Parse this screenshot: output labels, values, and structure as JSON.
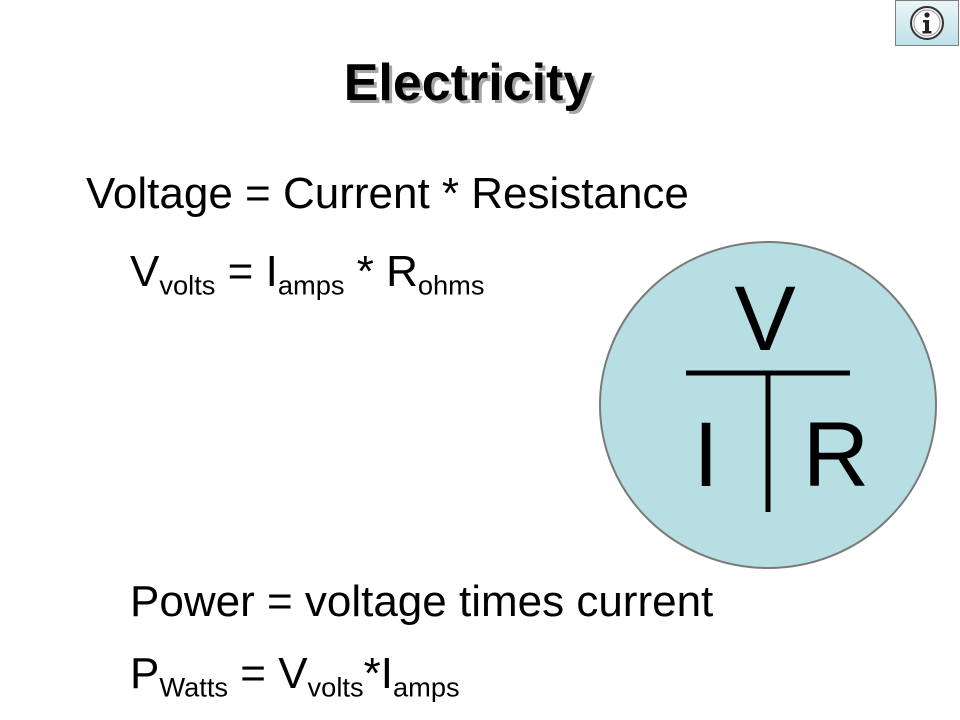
{
  "colors": {
    "circle_fill": "#b7dfe3",
    "circle_stroke": "#7a7a7a",
    "title_shadow": "#a6a6a6",
    "info_button_bg": "#c6e6ec"
  },
  "toolbar": {
    "info_icon": "info-icon"
  },
  "title": "Electricity",
  "ohms_law": {
    "statement": "Voltage = Current * Resistance",
    "formula": {
      "v": "V",
      "v_sub": "volts",
      "eq": " = ",
      "i": "I",
      "i_sub": "amps",
      "times": " * ",
      "r": "R",
      "r_sub": "ohms"
    }
  },
  "power": {
    "statement": "Power = voltage times current",
    "formula": {
      "p": "P",
      "p_sub": "Watts",
      "eq": " = ",
      "v": "V",
      "v_sub": "volts",
      "times": "*",
      "i": "I",
      "i_sub": "amps"
    }
  },
  "vir_diagram": {
    "top": "V",
    "bottom_left": "I",
    "bottom_right": "R"
  }
}
